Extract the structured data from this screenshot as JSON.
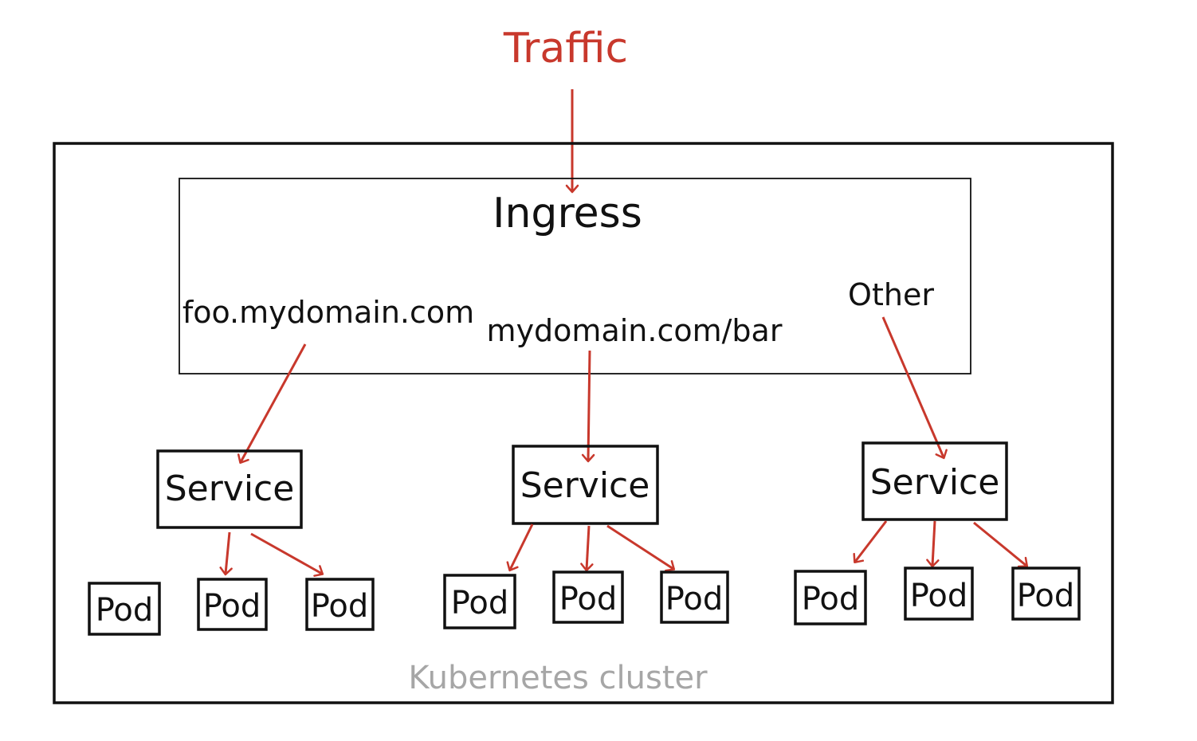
{
  "colors": {
    "ink": "#111111",
    "accent": "#c8382c",
    "muted": "#a6a6a6"
  },
  "traffic_label": "Traffic",
  "ingress_label": "Ingress",
  "routes": [
    {
      "label": "foo.mydomain.com"
    },
    {
      "label": "mydomain.com/bar"
    },
    {
      "label": "Other"
    }
  ],
  "service_label": "Service",
  "pod_label": "Pod",
  "cluster_label": "Kubernetes cluster"
}
